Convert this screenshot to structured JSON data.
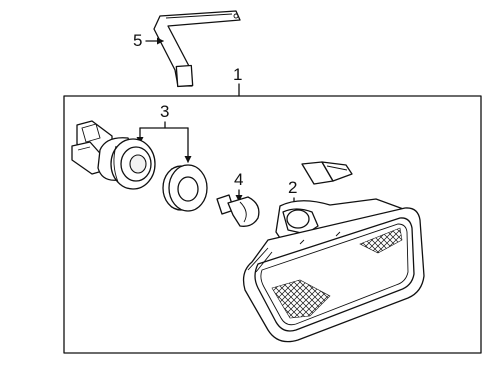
{
  "callouts": {
    "c1": "1",
    "c2": "2",
    "c3": "3",
    "c4": "4",
    "c5": "5"
  },
  "icons": [
    "bracket",
    "lamp-housing",
    "bulb-socket",
    "socket-seal",
    "wedge-bulb",
    "retainer-clip",
    "pointer-arrow"
  ]
}
